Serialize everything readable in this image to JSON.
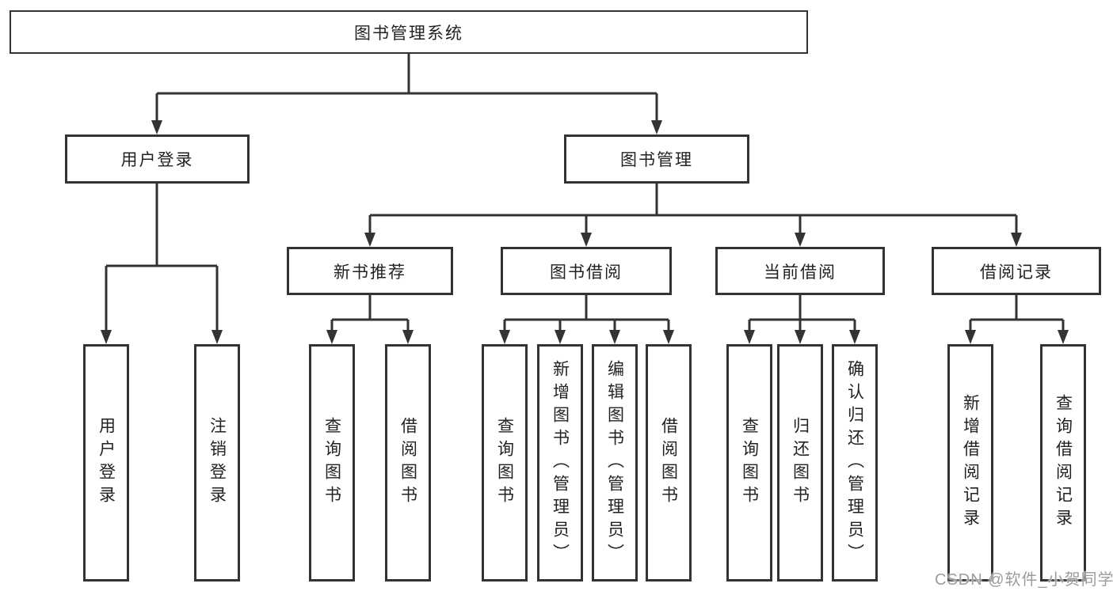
{
  "tree": {
    "root": {
      "label": "图书管理系统",
      "children": [
        {
          "label": "用户登录",
          "children": [
            {
              "label": "用户登录"
            },
            {
              "label": "注销登录"
            }
          ]
        },
        {
          "label": "图书管理",
          "children": [
            {
              "label": "新书推荐",
              "children": [
                {
                  "label": "查询图书"
                },
                {
                  "label": "借阅图书"
                }
              ]
            },
            {
              "label": "图书借阅",
              "children": [
                {
                  "label": "查询图书"
                },
                {
                  "label": "新增图书（管理员）"
                },
                {
                  "label": "编辑图书（管理员）"
                },
                {
                  "label": "借阅图书"
                }
              ]
            },
            {
              "label": "当前借阅",
              "children": [
                {
                  "label": "查询图书"
                },
                {
                  "label": "归还图书"
                },
                {
                  "label": "确认归还（管理员）"
                }
              ]
            },
            {
              "label": "借阅记录",
              "children": [
                {
                  "label": "新增借阅记录"
                },
                {
                  "label": "查询借阅记录"
                }
              ]
            }
          ]
        }
      ]
    }
  },
  "watermark": {
    "text": "CSDN @软件_小贺同学"
  },
  "colors": {
    "line": "#333333",
    "box_border": "#333333",
    "text": "#222222",
    "background": "#ffffff",
    "watermark": "#9c9c9c"
  }
}
